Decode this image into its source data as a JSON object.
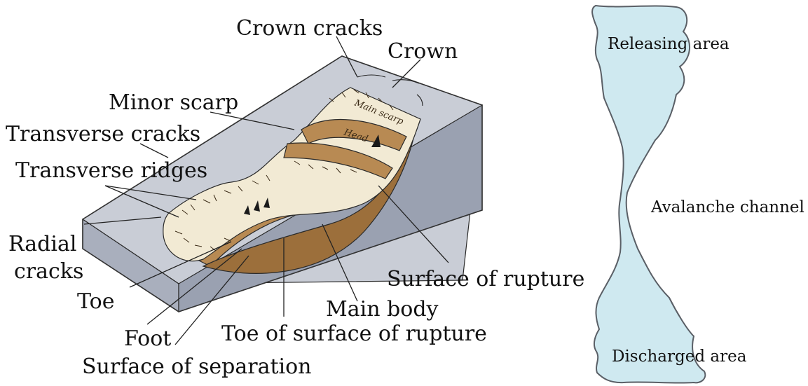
{
  "landslide": {
    "labels": {
      "crown_cracks": "Crown cracks",
      "crown": "Crown",
      "minor_scarp": "Minor scarp",
      "transverse_cracks": "Transverse cracks",
      "transverse_ridges": "Transverse ridges",
      "radial": "Radial",
      "cracks": "cracks",
      "toe": "Toe",
      "foot": "Foot",
      "surface_of_separation": "Surface of separation",
      "toe_of_surface_of_rupture": "Toe of surface of rupture",
      "main_body": "Main body",
      "surface_of_rupture": "Surface of rupture"
    },
    "inner_labels": {
      "main_scarp": "Main scarp",
      "head": "Head"
    },
    "colors": {
      "block_top": "#c9cdd6",
      "block_front": "#a9afbd",
      "block_side": "#9aa1b1",
      "earth": "#b88a53",
      "earth_dark": "#9c6f3b",
      "debris": "#f2ead4"
    }
  },
  "avalanche": {
    "labels": {
      "releasing_area": "Releasing area",
      "avalanche_channel": "Avalanche channel",
      "discharged_area": "Discharged area"
    },
    "colors": {
      "fill": "#cfe9f0",
      "outline": "#5a5f66"
    }
  }
}
